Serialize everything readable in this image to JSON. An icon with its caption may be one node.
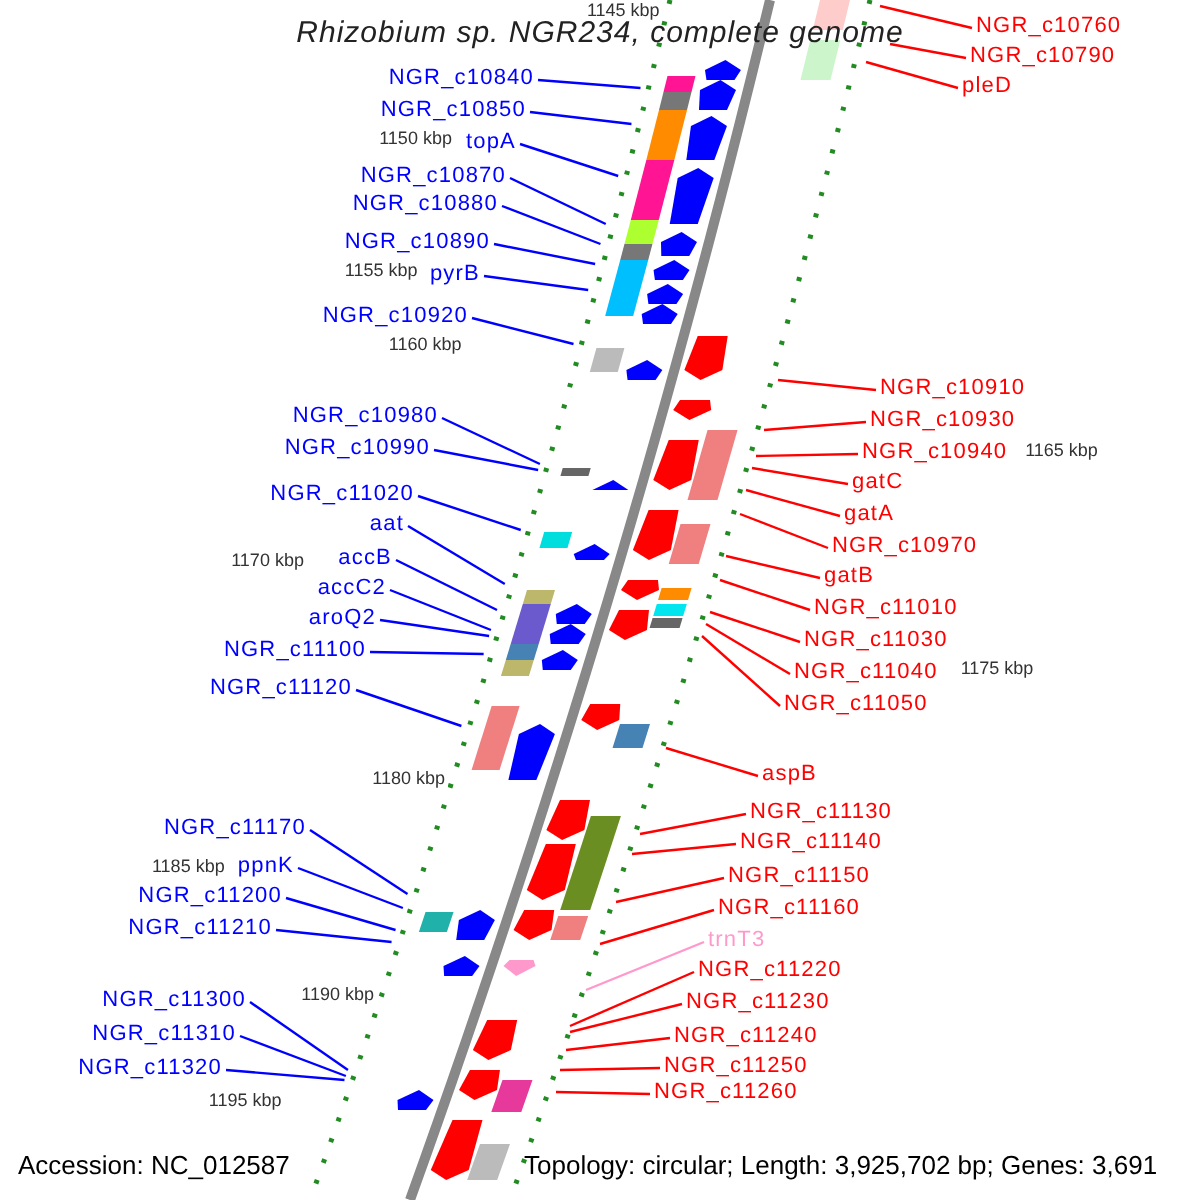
{
  "diagram": {
    "title": "Rhizobium sp. NGR234, complete genome",
    "nodes": [
      {
        "text": [
          "NGR_c10840"
        ]
      },
      {
        "text": [
          "NGR_c10850"
        ]
      },
      {
        "text": [
          "topA"
        ]
      },
      {
        "text": [
          "NGR_c10870"
        ]
      },
      {
        "text": [
          "NGR_c10880"
        ]
      },
      {
        "text": [
          "NGR_c10890"
        ]
      },
      {
        "text": [
          "pyrB"
        ]
      },
      {
        "text": [
          "NGR_c10920"
        ]
      },
      {
        "text": [
          "NGR_c10980"
        ]
      },
      {
        "text": [
          "NGR_c10990"
        ]
      },
      {
        "text": [
          "NGR_c11020"
        ]
      },
      {
        "text": [
          "aat"
        ]
      },
      {
        "text": [
          "accB"
        ]
      },
      {
        "text": [
          "accC2"
        ]
      },
      {
        "text": [
          "aroQ2"
        ]
      },
      {
        "text": [
          "NGR_c11100"
        ]
      },
      {
        "text": [
          "NGR_c11120"
        ]
      },
      {
        "text": [
          "NGR_c11170"
        ]
      },
      {
        "text": [
          "ppnK"
        ]
      },
      {
        "text": [
          "NGR_c11200"
        ]
      },
      {
        "text": [
          "NGR_c11210"
        ]
      },
      {
        "text": [
          "NGR_c11300"
        ]
      },
      {
        "text": [
          "NGR_c11310"
        ]
      },
      {
        "text": [
          "NGR_c11320"
        ]
      },
      {
        "text": [
          "NGR_c10760"
        ]
      },
      {
        "text": [
          "NGR_c10790"
        ]
      },
      {
        "text": [
          "pleD"
        ]
      },
      {
        "text": [
          "NGR_c10910"
        ]
      },
      {
        "text": [
          "NGR_c10930"
        ]
      },
      {
        "text": [
          "NGR_c10940"
        ]
      },
      {
        "text": [
          "gatC"
        ]
      },
      {
        "text": [
          "gatA"
        ]
      },
      {
        "text": [
          "NGR_c10970"
        ]
      },
      {
        "text": [
          "gatB"
        ]
      },
      {
        "text": [
          "NGR_c11010"
        ]
      },
      {
        "text": [
          "NGR_c11030"
        ]
      },
      {
        "text": [
          "NGR_c11040"
        ]
      },
      {
        "text": [
          "NGR_c11050"
        ]
      },
      {
        "text": [
          "aspB"
        ]
      },
      {
        "text": [
          "NGR_c11130"
        ]
      },
      {
        "text": [
          "NGR_c11140"
        ]
      },
      {
        "text": [
          "NGR_c11150"
        ]
      },
      {
        "text": [
          "NGR_c11160"
        ]
      },
      {
        "text": [
          "trnT3"
        ]
      },
      {
        "text": [
          "NGR_c11220"
        ]
      },
      {
        "text": [
          "NGR_c11230"
        ]
      },
      {
        "text": [
          "NGR_c11240"
        ]
      },
      {
        "text": [
          "NGR_c11250"
        ]
      },
      {
        "text": [
          "NGR_c11260"
        ]
      }
    ],
    "edges": [
      {
        "from": 0,
        "to": null,
        "arrow": "none",
        "color": "#0000ff"
      },
      {
        "from": 1,
        "to": null,
        "arrow": "none",
        "color": "#0000ff"
      },
      {
        "from": 2,
        "to": null,
        "arrow": "none",
        "color": "#0000ff"
      },
      {
        "from": 3,
        "to": null,
        "arrow": "none",
        "color": "#0000ff"
      },
      {
        "from": 4,
        "to": null,
        "arrow": "none",
        "color": "#0000ff"
      },
      {
        "from": 5,
        "to": null,
        "arrow": "none",
        "color": "#0000ff"
      },
      {
        "from": 6,
        "to": null,
        "arrow": "none",
        "color": "#0000ff"
      },
      {
        "from": 7,
        "to": null,
        "arrow": "none",
        "color": "#0000ff"
      },
      {
        "from": 8,
        "to": null,
        "arrow": "none",
        "color": "#0000ff"
      },
      {
        "from": 9,
        "to": null,
        "arrow": "none",
        "color": "#0000ff"
      },
      {
        "from": 10,
        "to": null,
        "arrow": "none",
        "color": "#0000ff"
      },
      {
        "from": 11,
        "to": null,
        "arrow": "none",
        "color": "#0000ff"
      },
      {
        "from": 12,
        "to": null,
        "arrow": "none",
        "color": "#0000ff"
      },
      {
        "from": 13,
        "to": null,
        "arrow": "none",
        "color": "#0000ff"
      },
      {
        "from": 14,
        "to": null,
        "arrow": "none",
        "color": "#0000ff"
      },
      {
        "from": 15,
        "to": null,
        "arrow": "none",
        "color": "#0000ff"
      },
      {
        "from": 16,
        "to": null,
        "arrow": "none",
        "color": "#0000ff"
      },
      {
        "from": 17,
        "to": null,
        "arrow": "none",
        "color": "#0000ff"
      },
      {
        "from": 18,
        "to": null,
        "arrow": "none",
        "color": "#0000ff"
      },
      {
        "from": 19,
        "to": null,
        "arrow": "none",
        "color": "#0000ff"
      },
      {
        "from": 20,
        "to": null,
        "arrow": "none",
        "color": "#0000ff"
      },
      {
        "from": 21,
        "to": null,
        "arrow": "none",
        "color": "#0000ff"
      },
      {
        "from": 22,
        "to": null,
        "arrow": "none",
        "color": "#0000ff"
      },
      {
        "from": 23,
        "to": null,
        "arrow": "none",
        "color": "#0000ff"
      },
      {
        "from": 24,
        "to": null,
        "arrow": "none",
        "color": "#ff0000"
      },
      {
        "from": 25,
        "to": null,
        "arrow": "none",
        "color": "#ff0000"
      },
      {
        "from": 26,
        "to": null,
        "arrow": "none",
        "color": "#ff0000"
      },
      {
        "from": 27,
        "to": null,
        "arrow": "none",
        "color": "#ff0000"
      },
      {
        "from": 28,
        "to": null,
        "arrow": "none",
        "color": "#ff0000"
      },
      {
        "from": 29,
        "to": null,
        "arrow": "none",
        "color": "#ff0000"
      },
      {
        "from": 30,
        "to": null,
        "arrow": "none",
        "color": "#ff0000"
      },
      {
        "from": 31,
        "to": null,
        "arrow": "none",
        "color": "#ff0000"
      },
      {
        "from": 32,
        "to": null,
        "arrow": "none",
        "color": "#ff0000"
      },
      {
        "from": 33,
        "to": null,
        "arrow": "none",
        "color": "#ff0000"
      },
      {
        "from": 34,
        "to": null,
        "arrow": "none",
        "color": "#ff0000"
      },
      {
        "from": 35,
        "to": null,
        "arrow": "none",
        "color": "#ff0000"
      },
      {
        "from": 36,
        "to": null,
        "arrow": "none",
        "color": "#ff0000"
      },
      {
        "from": 37,
        "to": null,
        "arrow": "none",
        "color": "#ff0000"
      },
      {
        "from": 38,
        "to": null,
        "arrow": "none",
        "color": "#ff0000"
      },
      {
        "from": 39,
        "to": null,
        "arrow": "none",
        "color": "#ff0000"
      },
      {
        "from": 40,
        "to": null,
        "arrow": "none",
        "color": "#ff0000"
      },
      {
        "from": 41,
        "to": null,
        "arrow": "none",
        "color": "#ff0000"
      },
      {
        "from": 42,
        "to": null,
        "arrow": "none",
        "color": "#ff0000"
      },
      {
        "from": 43,
        "to": null,
        "arrow": "none",
        "color": "#ff99cc"
      },
      {
        "from": 44,
        "to": null,
        "arrow": "none",
        "color": "#ff0000"
      },
      {
        "from": 45,
        "to": null,
        "arrow": "none",
        "color": "#ff0000"
      },
      {
        "from": 46,
        "to": null,
        "arrow": "none",
        "color": "#ff0000"
      },
      {
        "from": 47,
        "to": null,
        "arrow": "none",
        "color": "#ff0000"
      },
      {
        "from": 48,
        "to": null,
        "arrow": "none",
        "color": "#ff0000"
      }
    ],
    "labels": [
      "1145 kbp",
      "1150 kbp",
      "1155 kbp",
      "1160 kbp",
      "1165 kbp",
      "1170 kbp",
      "1175 kbp",
      "1180 kbp",
      "1185 kbp",
      "1190 kbp",
      "1195 kbp",
      "Accession: NC_012587",
      "Topology: circular; Length: 3,925,702 bp; Genes: 3,691"
    ]
  }
}
